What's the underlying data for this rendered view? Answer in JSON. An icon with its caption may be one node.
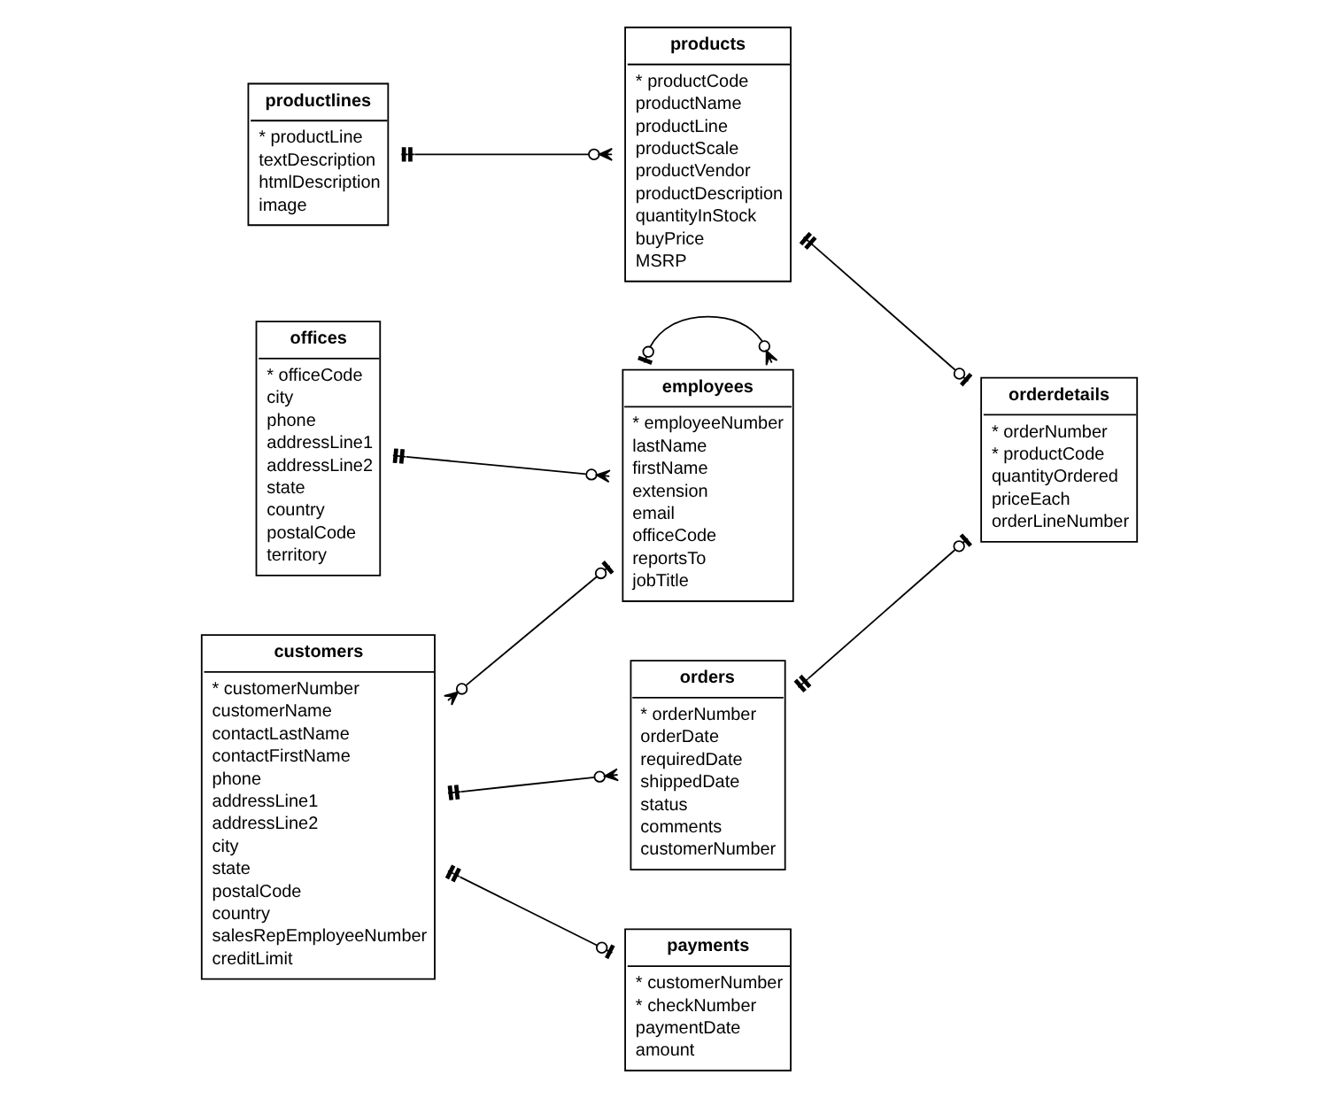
{
  "diagram": {
    "nodes": [
      {
        "text": [
          "productlines",
          "* productLine",
          "textDescription",
          "htmlDescription",
          "image"
        ]
      },
      {
        "text": [
          "products",
          "* productCode",
          "productName",
          "productLine",
          "productScale",
          "productVendor",
          "productDescription",
          "quantityInStock",
          "buyPrice",
          "MSRP"
        ]
      },
      {
        "text": [
          "orderdetails",
          "* orderNumber",
          "* productCode",
          "quantityOrdered",
          "priceEach",
          "orderLineNumber"
        ]
      },
      {
        "text": [
          "employees",
          "* employeeNumber",
          "lastName",
          "firstName",
          "extension",
          "email",
          "officeCode",
          "reportsTo",
          "jobTitle"
        ]
      },
      {
        "text": [
          "customers",
          "* customerNumber",
          "customerName",
          "contactLastName",
          "contactFirstName",
          "phone",
          "addressLine1",
          "addressLine2",
          "city",
          "state",
          "postalCode",
          "country",
          "salesRepEmployeeNumber",
          "creditLimit"
        ]
      },
      {
        "text": [
          "orders",
          "* orderNumber",
          "orderDate",
          "requiredDate",
          "shippedDate",
          "status",
          "comments",
          "customerNumber"
        ]
      },
      {
        "text": [
          "offices",
          "* officeCode",
          "city",
          "phone",
          "addressLine1",
          "addressLine2",
          "state",
          "country",
          "postalCode",
          "territory"
        ]
      },
      {
        "text": [
          "payments",
          "* customerNumber",
          "* checkNumber",
          "paymentDate",
          "amount"
        ]
      }
    ],
    "edges": [
      {
        "from": 0,
        "to": 1,
        "arrow": "other"
      },
      {
        "from": 1,
        "to": 2,
        "arrow": "other"
      },
      {
        "from": 5,
        "to": 2,
        "arrow": "other"
      },
      {
        "from": 3,
        "to": 3,
        "arrow": "other"
      },
      {
        "from": 3,
        "to": 4,
        "arrow": "other"
      },
      {
        "from": 6,
        "to": 3,
        "arrow": "other"
      },
      {
        "from": 4,
        "to": 5,
        "arrow": "other"
      },
      {
        "from": 4,
        "to": 7,
        "arrow": "other"
      }
    ]
  }
}
